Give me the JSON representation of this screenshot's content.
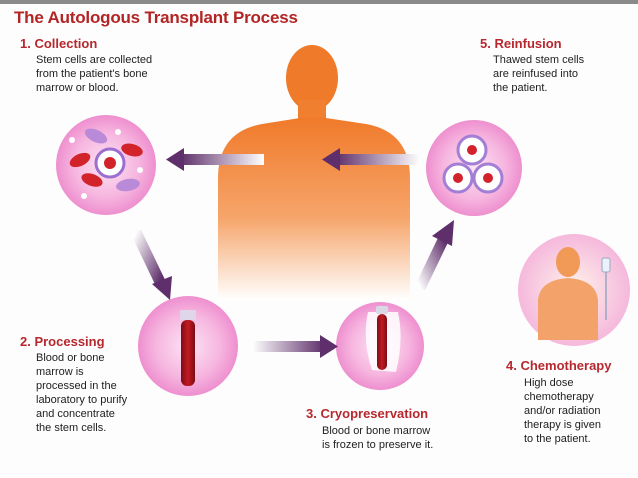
{
  "title": "The Autologous Transplant Process",
  "steps": [
    {
      "heading": "1. Collection",
      "text": "Stem cells are collected\nfrom the patient's bone\nmarrow or blood."
    },
    {
      "heading": "2. Processing",
      "text": "Blood or bone\nmarrow is\nprocessed in the\nlaboratory to purify\nand concentrate\nthe stem cells."
    },
    {
      "heading": "3. Cryopreservation",
      "text": "Blood or bone marrow\nis frozen to preserve it."
    },
    {
      "heading": "4. Chemotherapy",
      "text": "High dose\nchemotherapy\nand/or radiation\ntherapy is given\nto the patient."
    },
    {
      "heading": "5. Reinfusion",
      "text": "Thawed stem cells\nare reinfused into\nthe patient."
    }
  ],
  "colors": {
    "title": "#b32424",
    "heading": "#b7282e",
    "arrow": "#5e2f6a",
    "circle": "#f3a6d8",
    "body": "#f08a3a"
  }
}
